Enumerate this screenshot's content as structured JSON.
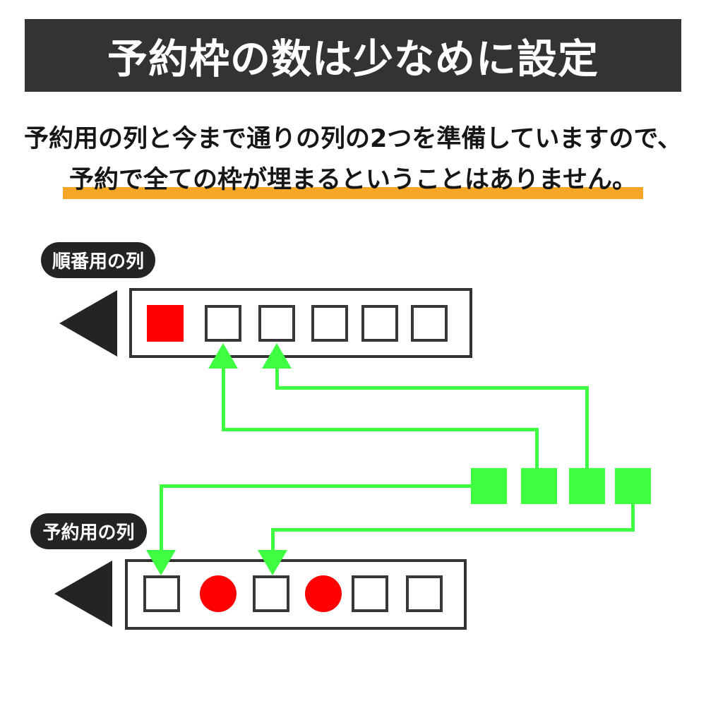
{
  "header": {
    "title": "予約枠の数は少なめに設定"
  },
  "description": {
    "line1": "予約用の列と今まで通りの列の2つを準備していますので、",
    "line2_highlighted": "予約で全ての枠が埋まるということはありません。"
  },
  "diagram": {
    "order_queue": {
      "label": "順番用の列",
      "slots": [
        "occupied",
        "empty",
        "empty",
        "empty",
        "empty",
        "empty"
      ]
    },
    "reservation_queue": {
      "label": "予約用の列",
      "slots": [
        "empty",
        "reserved",
        "empty",
        "reserved",
        "empty",
        "empty"
      ]
    },
    "incoming_customers": {
      "count": 4
    }
  },
  "colors": {
    "banner_bg": "#333333",
    "ink": "#161616",
    "pill_bg": "#242424",
    "track_border": "#333333",
    "slot_border": "#383838",
    "highlight_orange": "#F7A726",
    "occupied_red": "#FF0000",
    "customer_green": "#3EFF42"
  }
}
